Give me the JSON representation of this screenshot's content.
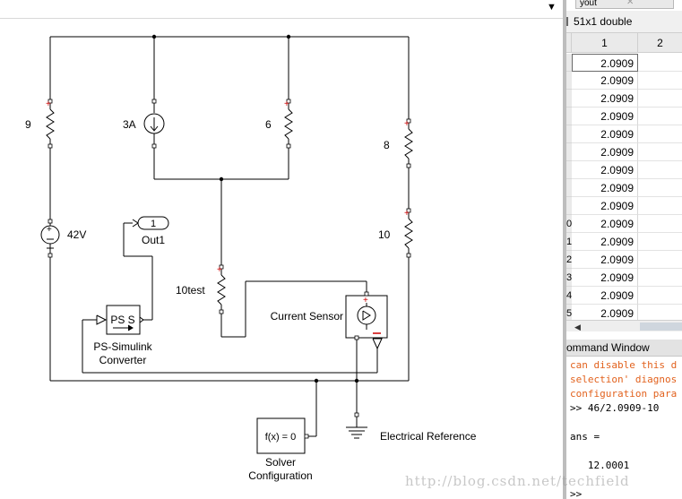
{
  "model": {
    "resistor_9": "9",
    "current_source": "3A",
    "resistor_6": "6",
    "resistor_8": "8",
    "resistor_10": "10",
    "resistor_10test": "10test",
    "voltage_source": "42V",
    "outport_number": "1",
    "outport_label": "Out1",
    "ps_block_text": "PS S",
    "ps_converter_label_1": "PS-Simulink",
    "ps_converter_label_2": "Converter",
    "current_sensor_label": "Current Sensor",
    "solver_block_text": "f(x) = 0",
    "solver_label_1": "Solver",
    "solver_label_2": "Configuration",
    "electrical_reference_label": "Electrical Reference"
  },
  "variable_editor": {
    "tab_label": "yout",
    "header": "51x1 double",
    "columns": [
      "1",
      "2"
    ],
    "row_labels": [
      "",
      "",
      "",
      "",
      "",
      "",
      "",
      "",
      "",
      "0",
      "1",
      "2",
      "3",
      "4",
      "5"
    ],
    "values": [
      "2.0909",
      "2.0909",
      "2.0909",
      "2.0909",
      "2.0909",
      "2.0909",
      "2.0909",
      "2.0909",
      "2.0909",
      "2.0909",
      "2.0909",
      "2.0909",
      "2.0909",
      "2.0909",
      "2.0909"
    ]
  },
  "command_window": {
    "title": "ommand Window",
    "lines": [
      {
        "text": "can disable this d",
        "color": "orange"
      },
      {
        "text": "selection' diagnos",
        "color": "orange"
      },
      {
        "text": "configuration para",
        "color": "orange"
      },
      {
        "text": ">> 46/2.0909-10",
        "color": "normal"
      },
      {
        "text": "",
        "color": "normal"
      },
      {
        "text": "ans =",
        "color": "normal"
      },
      {
        "text": "",
        "color": "normal"
      },
      {
        "text": "   12.0001",
        "color": "normal"
      },
      {
        "text": "",
        "color": "normal"
      },
      {
        "text": ">>",
        "color": "normal"
      }
    ]
  },
  "watermark": "http://blog.csdn.net/techfield"
}
